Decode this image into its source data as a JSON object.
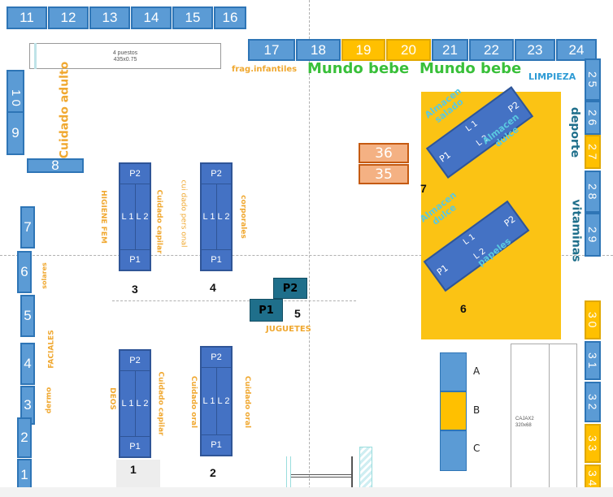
{
  "top_left_shelves": [
    "11",
    "12",
    "13",
    "14",
    "15",
    "16"
  ],
  "top_right_shelves": [
    "17",
    "18",
    "19",
    "20",
    "21",
    "22",
    "23",
    "24"
  ],
  "left_shelves": [
    "1 0",
    "9",
    "8",
    "7",
    "6",
    "5",
    "4",
    "3",
    "2",
    "1"
  ],
  "right_shelves": [
    "2 5",
    "2 6",
    "2 7",
    "2 8",
    "2 9",
    "3 0",
    "3 1",
    "3 2",
    "3 3",
    "3 4"
  ],
  "info_box": {
    "line1": "4 puestos",
    "line2": "435x0.75"
  },
  "caja_box": {
    "line1": "CAJAX2",
    "line2": "320x68"
  },
  "labels": {
    "frag_infantiles": "frag.infantiles",
    "mundo_bebe_1": "Mundo bebe",
    "mundo_bebe_2": "Mundo bebe",
    "limpieza": "LIMPIEZA",
    "cuidado_adulto": "Cuidado adulto",
    "deporte": "deporte",
    "vitaminas": "vitaminas",
    "solares": "solares",
    "faciales": "FACIALES",
    "dermo": "dermo",
    "higiene_fem": "HIGIENE FEM",
    "cuidado_capilar_1": "Cuidado capilar",
    "cuidado_personal": "cui dado pers onal",
    "corporales": "corporales",
    "deos": "DEOS",
    "cuidado_capilar_2": "Cuidado capilar",
    "cuidado_oral_1": "Cuidado oral",
    "cuidado_oral_2": "Cuidado oral",
    "juguetes": "JUGUETES",
    "almacen_salado": "Almacen salado",
    "almacen_dulce_1": "Almacen dulce",
    "almacen_dulce_2": "Almacen dulce",
    "papeles": "papeles"
  },
  "gondolas": {
    "p2": "P2",
    "p1": "P1",
    "l1": "L 1",
    "l2": "L 2"
  },
  "gondola_numbers": [
    "1",
    "2",
    "3",
    "4",
    "5",
    "6",
    "7"
  ],
  "juguetes_blocks": {
    "p2": "P2",
    "p1": "P1"
  },
  "mid_boxes": [
    "36",
    "35"
  ],
  "abc": [
    "A",
    "B",
    "C"
  ],
  "colors": {
    "shelf_blue": "#5b9bd5",
    "accent_orange": "#ffc000",
    "label_orange": "#f0a830",
    "teal": "#1f6f8b",
    "green": "#39c03a",
    "gondola_blue": "#4472c4",
    "box_orange": "#ed7d31"
  }
}
